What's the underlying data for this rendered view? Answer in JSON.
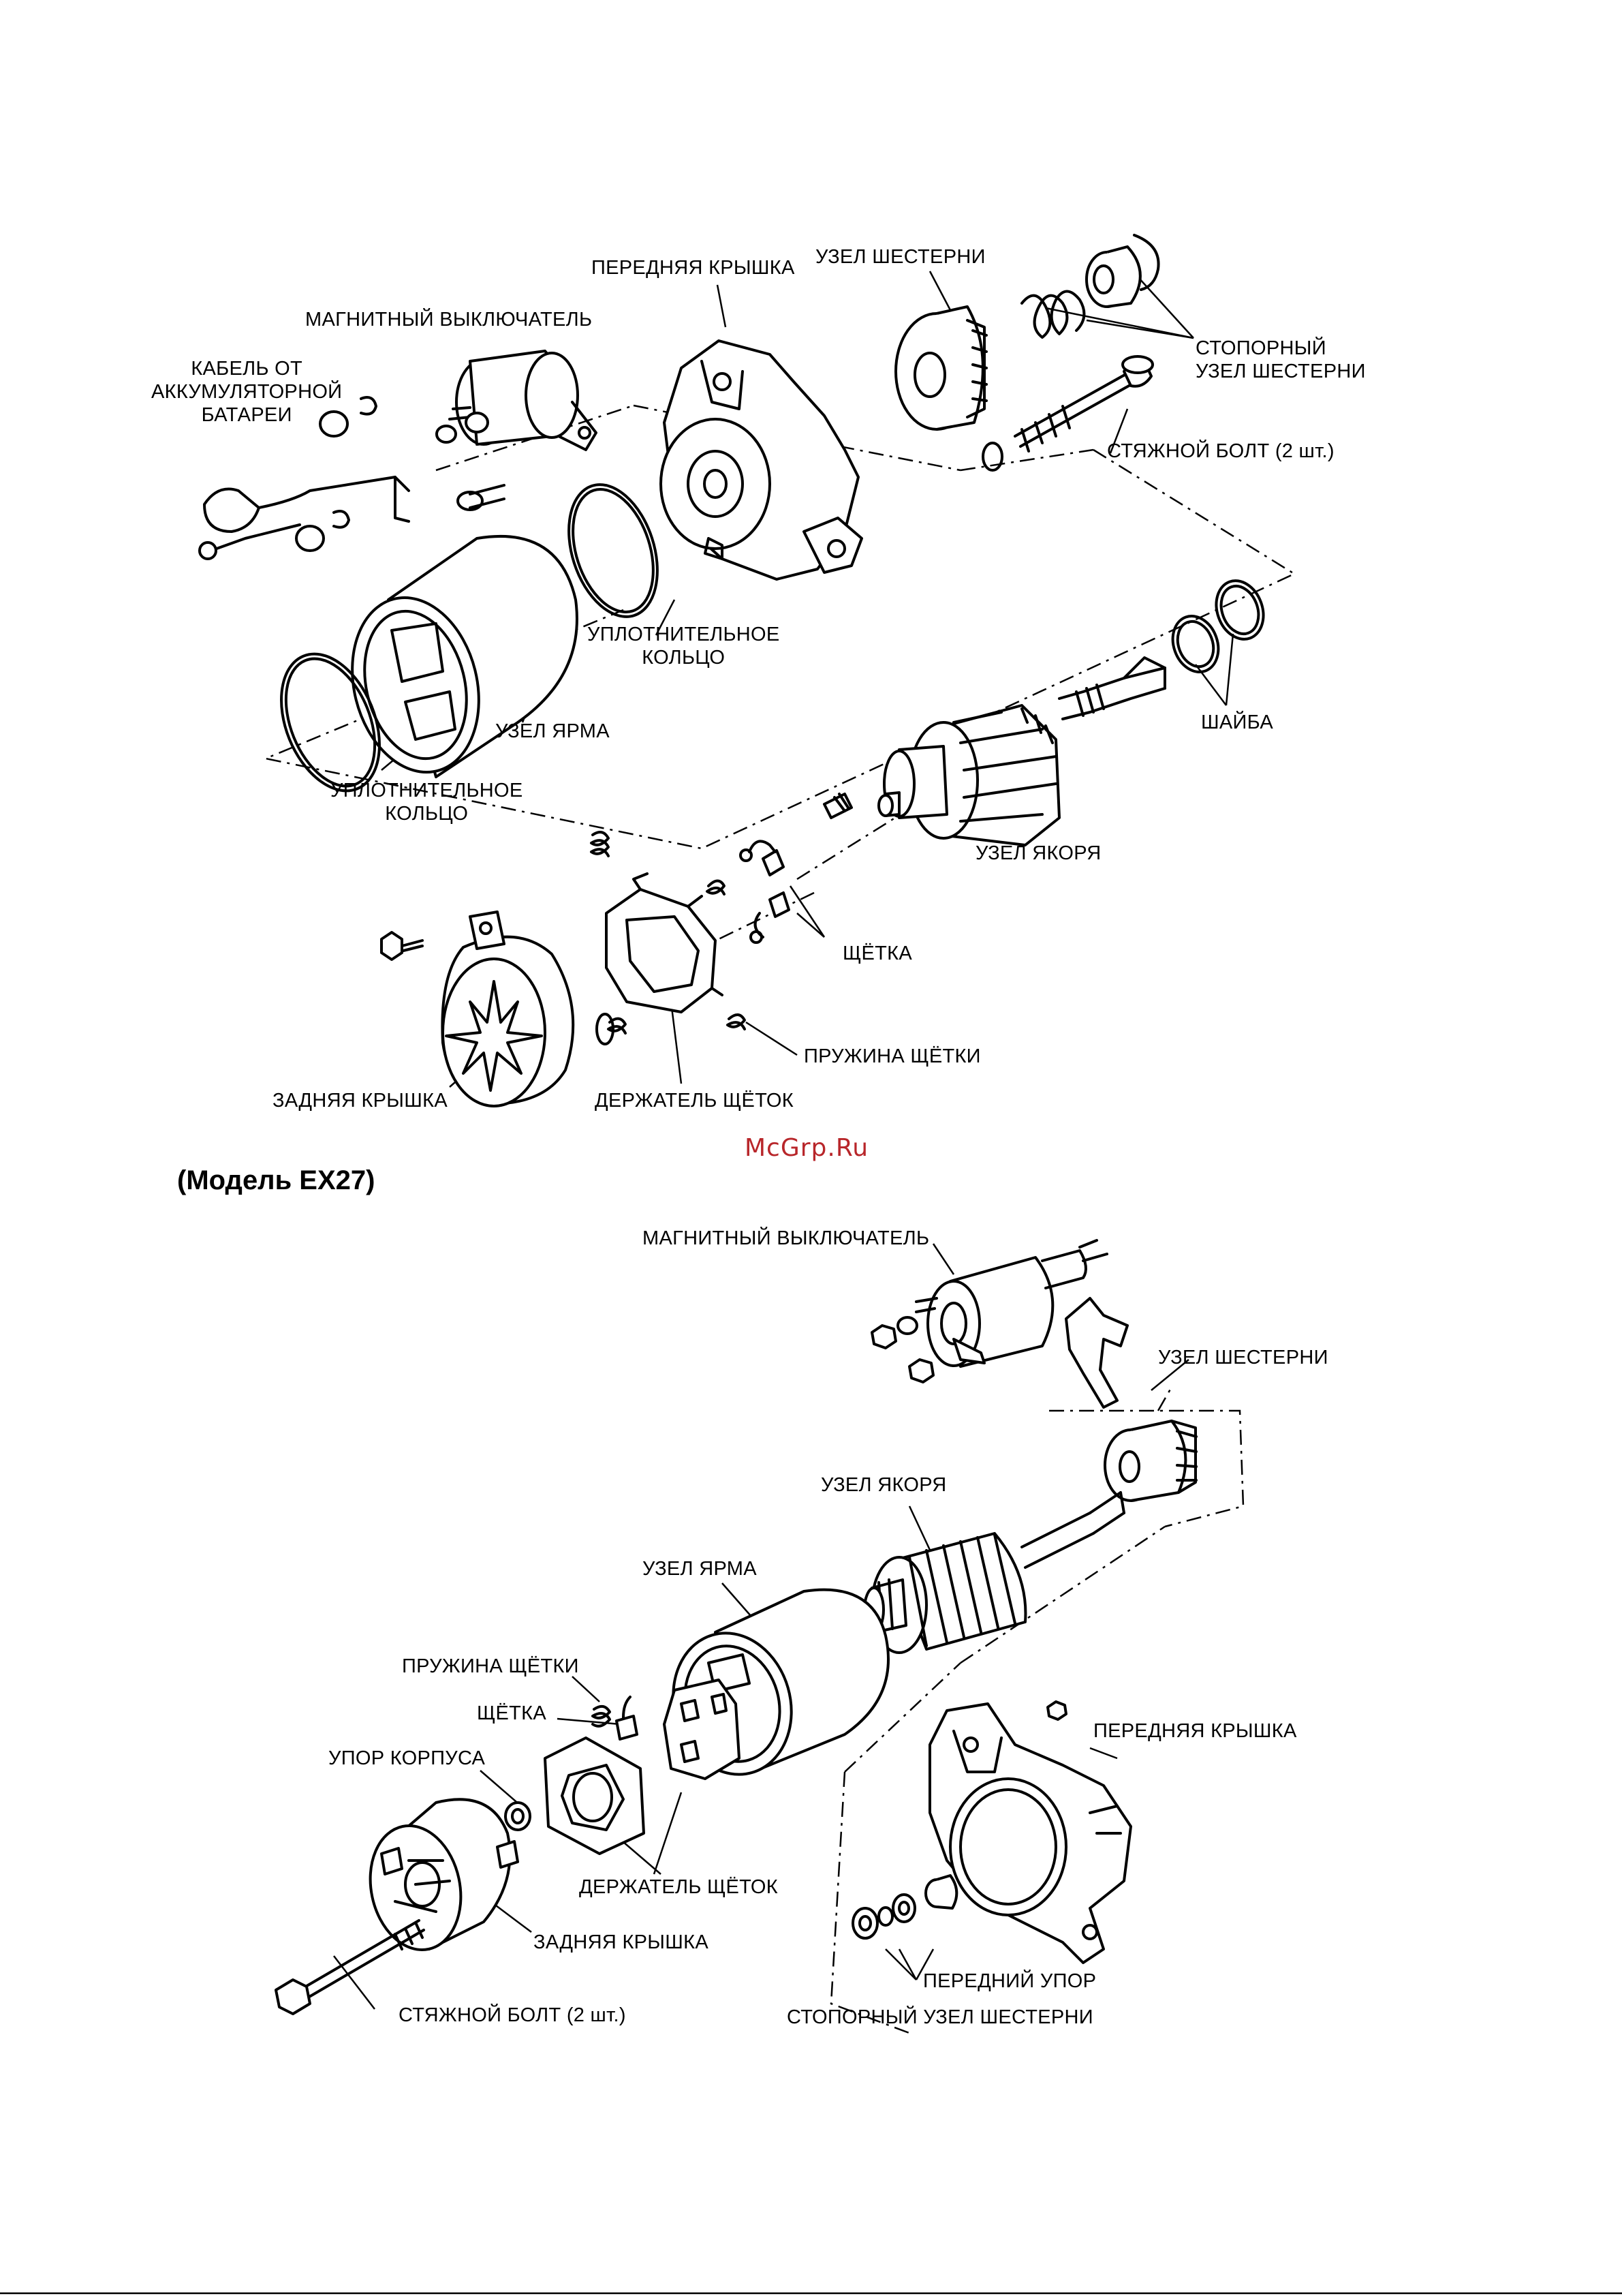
{
  "upper_diagram": {
    "labels": {
      "front_cover": "ПЕРЕДНЯЯ КРЫШКА",
      "pinion_assembly": "УЗЕЛ ШЕСТЕРНИ",
      "magnetic_switch": "МАГНИТНЫЙ ВЫКЛЮЧАТЕЛЬ",
      "battery_cable": "КАБЕЛЬ ОТ\nАККУМУЛЯТОРНОЙ\nБАТАРЕИ",
      "pinion_stopper": "СТОПОРНЫЙ\nУЗЕЛ ШЕСТЕРНИ",
      "through_bolt": "СТЯЖНОЙ БОЛТ (2 шт.)",
      "o_ring_1": "УПЛОТНИТЕЛЬНОЕ\nКОЛЬЦО",
      "yoke_assembly": "УЗЕЛ ЯРМА",
      "washer": "ШАЙБА",
      "o_ring_2": "УПЛОТНИТЕЛЬНОЕ\nКОЛЬЦО",
      "armature_assembly": "УЗЕЛ ЯКОРЯ",
      "brush": "ЩЁТКА",
      "brush_spring": "ПРУЖИНА ЩЁТКИ",
      "rear_cover": "ЗАДНЯЯ КРЫШКА",
      "brush_holder": "ДЕРЖАТЕЛЬ ЩЁТОК"
    }
  },
  "watermark": "McGrp.Ru",
  "model_heading": "(Модель EX27)",
  "lower_diagram": {
    "labels": {
      "magnetic_switch": "МАГНИТНЫЙ ВЫКЛЮЧАТЕЛЬ",
      "pinion_assembly": "УЗЕЛ ШЕСТЕРНИ",
      "armature_assembly": "УЗЕЛ ЯКОРЯ",
      "yoke_assembly": "УЗЕЛ ЯРМА",
      "brush_spring": "ПРУЖИНА ЩЁТКИ",
      "brush": "ЩЁТКА",
      "housing_stop": "УПОР КОРПУСА",
      "front_cover": "ПЕРЕДНЯЯ КРЫШКА",
      "brush_holder": "ДЕРЖАТЕЛЬ ЩЁТОК",
      "rear_cover": "ЗАДНЯЯ КРЫШКА",
      "front_stop": "ПЕРЕДНИЙ УПОР",
      "through_bolt": "СТЯЖНОЙ БОЛТ (2 шт.)",
      "pinion_stopper": "СТОПОРНЫЙ УЗЕЛ ШЕСТЕРНИ"
    }
  }
}
